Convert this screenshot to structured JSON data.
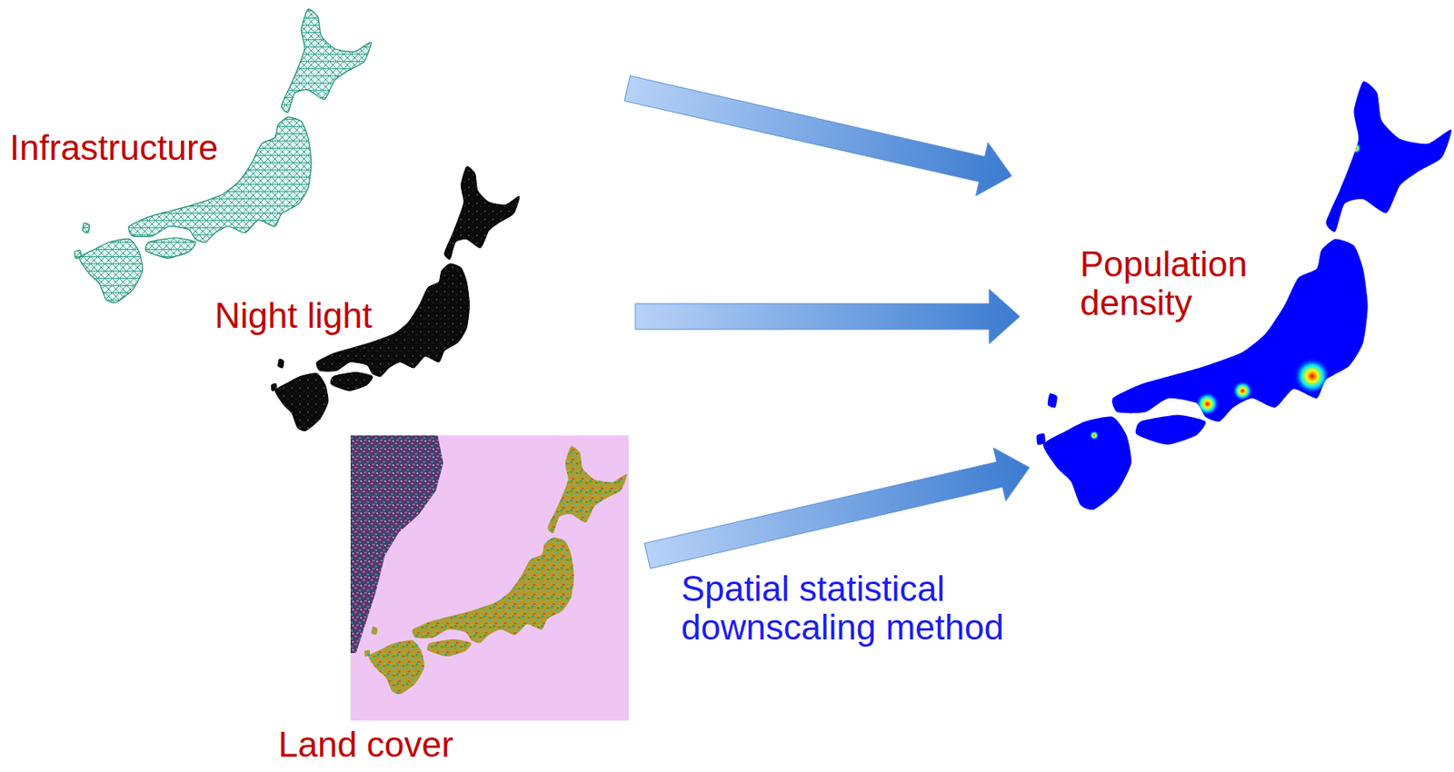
{
  "diagram": {
    "nodes": [
      {
        "text": [
          "Infrastructure"
        ]
      },
      {
        "text": [
          "Night light"
        ]
      },
      {
        "text": [
          "Land cover"
        ]
      },
      {
        "text": [
          "Population density"
        ]
      }
    ],
    "edges": [
      {
        "from": 0,
        "to": 3,
        "arrow": "to"
      },
      {
        "from": 1,
        "to": 3,
        "arrow": "to"
      },
      {
        "from": 2,
        "to": 3,
        "arrow": "to"
      }
    ],
    "labels": [
      "Spatial statistical downscaling method"
    ]
  }
}
